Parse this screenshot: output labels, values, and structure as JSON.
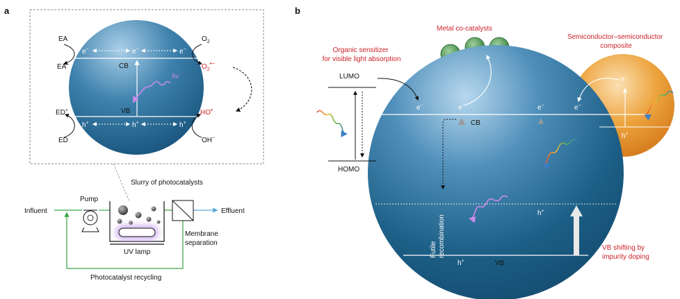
{
  "panel_a": {
    "label": "a",
    "inset": {
      "ea": "EA",
      "ea_minus": "EA",
      "ed_plus": "ED",
      "ed": "ED",
      "o2": "O",
      "o2_sub": "2",
      "o2_radical": "O",
      "ho_radical": "HO",
      "oh_minus": "OH",
      "cb": "CB",
      "vb": "VB",
      "hv": "hν",
      "electron": "e",
      "hole": "h"
    },
    "process": {
      "slurry": "Slurry of photocatalysts",
      "pump": "Pump",
      "influent": "Influent",
      "effluent": "Effluent",
      "uv_lamp": "UV lamp",
      "membrane_line1": "Membrane",
      "membrane_line2": "separation",
      "recycling": "Photocatalyst recycling"
    }
  },
  "panel_b": {
    "label": "b",
    "metal_cocatalysts": "Metal co-catalysts",
    "semi_line1": "Semiconductor–semiconductor",
    "semi_line2": "composite",
    "organic_line1": "Organic sensitizer",
    "organic_line2": "for visible light absorption",
    "lumo": "LUMO",
    "homo": "HOMO",
    "cb": "CB",
    "vb": "VB",
    "futile_line1": "Futile",
    "futile_line2": "recombination",
    "vb_shift_line1": "VB shifting by",
    "vb_shift_line2": "impurity doping",
    "electron": "e",
    "hole": "h"
  },
  "colors": {
    "sphere_dark": "#1d5f86",
    "sphere_light": "#9cc7e3",
    "orange": "#e8901e",
    "green_cocatalyst": "#4e9a58",
    "red_label": "#cc2229",
    "flow_green": "#3aa547",
    "flow_blue": "#5aa6d8",
    "lamp_glow": "#c9a7ee"
  }
}
